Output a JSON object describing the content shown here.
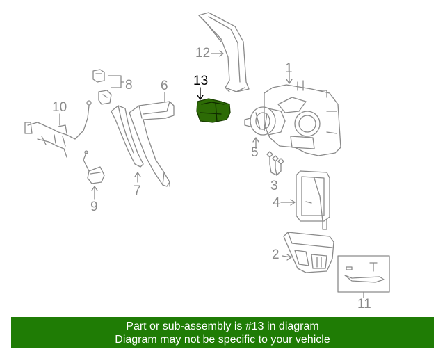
{
  "diagram": {
    "highlight_color": "#2d6b05",
    "line_color": "#8a8a8a",
    "callouts": {
      "c1": "1",
      "c2": "2",
      "c3": "3",
      "c4": "4",
      "c5": "5",
      "c6": "6",
      "c7": "7",
      "c8": "8",
      "c9": "9",
      "c10": "10",
      "c11": "11",
      "c12": "12",
      "c13": "13"
    }
  },
  "banner": {
    "background": "#1f7c05",
    "line1": "Part or sub-assembly is #13 in diagram",
    "line2": "Diagram may not be specific to your vehicle"
  }
}
